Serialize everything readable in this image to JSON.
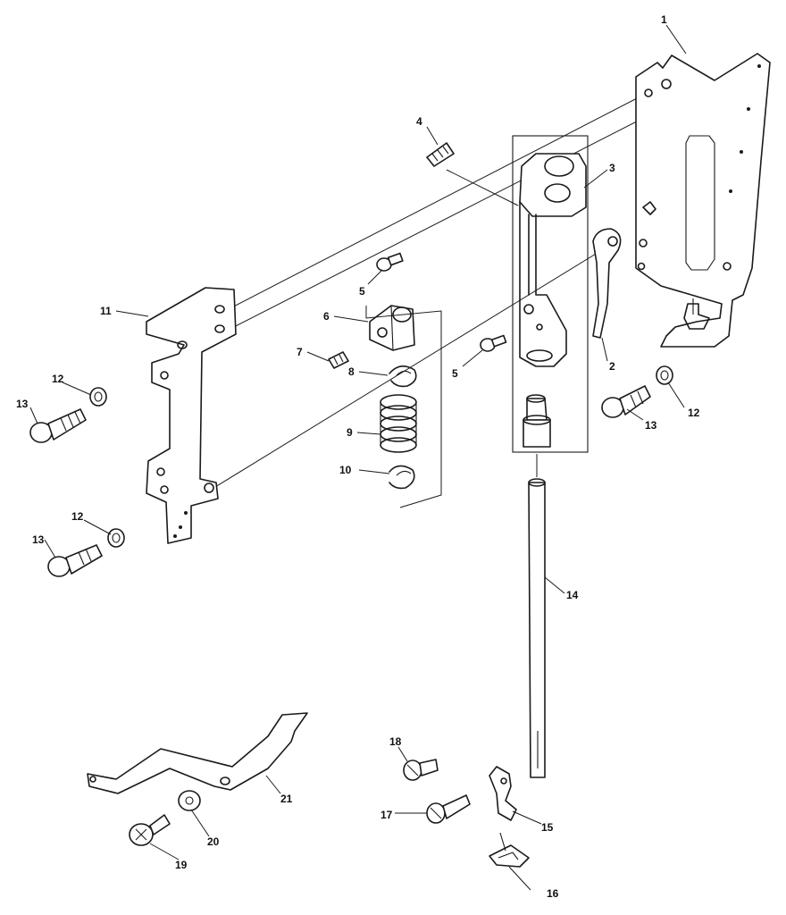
{
  "callouts": [
    {
      "id": "1",
      "label": "1"
    },
    {
      "id": "2",
      "label": "2"
    },
    {
      "id": "3",
      "label": "3"
    },
    {
      "id": "4",
      "label": "4"
    },
    {
      "id": "5a",
      "label": "5"
    },
    {
      "id": "5b",
      "label": "5"
    },
    {
      "id": "6",
      "label": "6"
    },
    {
      "id": "7",
      "label": "7"
    },
    {
      "id": "8",
      "label": "8"
    },
    {
      "id": "9",
      "label": "9"
    },
    {
      "id": "10",
      "label": "10"
    },
    {
      "id": "11",
      "label": "11"
    },
    {
      "id": "12a",
      "label": "12"
    },
    {
      "id": "12b",
      "label": "12"
    },
    {
      "id": "12c",
      "label": "12"
    },
    {
      "id": "13a",
      "label": "13"
    },
    {
      "id": "13b",
      "label": "13"
    },
    {
      "id": "13c",
      "label": "13"
    },
    {
      "id": "14",
      "label": "14"
    },
    {
      "id": "15",
      "label": "15"
    },
    {
      "id": "16",
      "label": "16"
    },
    {
      "id": "17",
      "label": "17"
    },
    {
      "id": "18",
      "label": "18"
    },
    {
      "id": "19",
      "label": "19"
    },
    {
      "id": "20",
      "label": "20"
    },
    {
      "id": "21",
      "label": "21"
    }
  ]
}
